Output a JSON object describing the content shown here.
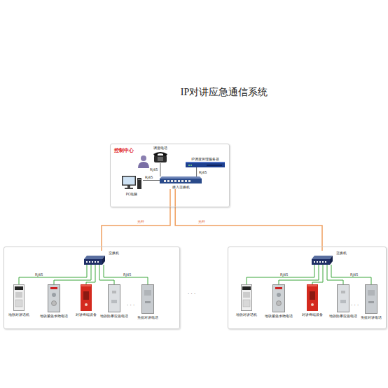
{
  "diagram": {
    "title": "IP对讲应急通信系统",
    "nodes": [
      {
        "text": [
          "控制中心"
        ]
      },
      {
        "text": [
          "调度电话"
        ],
        "in": 0
      },
      {
        "text": [
          "IP调度管理服务器"
        ],
        "in": 0
      },
      {
        "text": [
          "PC电脑"
        ],
        "in": 0
      },
      {
        "text": [
          "接入交换机"
        ],
        "in": 0
      },
      {
        "text": []
      },
      {
        "text": [
          "交换机"
        ],
        "in": 5
      },
      {
        "text": [
          "地铁对讲话机"
        ],
        "in": 5
      },
      {
        "text": [
          "地铁紧急求助电话"
        ],
        "in": 5
      },
      {
        "text": [
          "对讲终端设备"
        ],
        "in": 5
      },
      {
        "text": [
          "地铁防暴应急电话"
        ],
        "in": 5
      },
      {
        "text": [
          "免提对讲电话"
        ],
        "in": 5
      },
      {
        "text": []
      },
      {
        "text": [
          "交换机"
        ],
        "in": 12
      },
      {
        "text": [
          "地铁对讲话机"
        ],
        "in": 12
      },
      {
        "text": [
          "地铁紧急求助电话"
        ],
        "in": 12
      },
      {
        "text": [
          "对讲终端设备"
        ],
        "in": 12
      },
      {
        "text": [
          "地铁防暴应急电话"
        ],
        "in": 12
      },
      {
        "text": [
          "免提对讲电话"
        ],
        "in": 12
      }
    ],
    "edges": [
      {
        "from": 1,
        "to": 4,
        "label": "RJ45",
        "arrow": "none"
      },
      {
        "from": 2,
        "to": 4,
        "label": "RJ45",
        "arrow": "none"
      },
      {
        "from": 3,
        "to": 4,
        "label": "RJ45",
        "arrow": "none"
      },
      {
        "from": 4,
        "to": 6,
        "label": "光纤",
        "arrow": "none"
      },
      {
        "from": 4,
        "to": 13,
        "label": "光纤",
        "arrow": "none"
      },
      {
        "from": 6,
        "to": 7,
        "label": "RJ45",
        "arrow": "none"
      },
      {
        "from": 6,
        "to": 8,
        "arrow": "none"
      },
      {
        "from": 6,
        "to": 9,
        "arrow": "none"
      },
      {
        "from": 6,
        "to": 10,
        "arrow": "none"
      },
      {
        "from": 6,
        "to": 11,
        "label": "RJ45",
        "arrow": "none"
      },
      {
        "from": 13,
        "to": 14,
        "label": "RJ45",
        "arrow": "none"
      },
      {
        "from": 13,
        "to": 15,
        "arrow": "none"
      },
      {
        "from": 13,
        "to": 16,
        "arrow": "none"
      },
      {
        "from": 13,
        "to": 17,
        "arrow": "none"
      },
      {
        "from": 13,
        "to": 18,
        "label": "RJ45",
        "arrow": "none"
      }
    ],
    "labels": [
      "· · ·",
      "· · ·",
      "· · ·"
    ]
  }
}
